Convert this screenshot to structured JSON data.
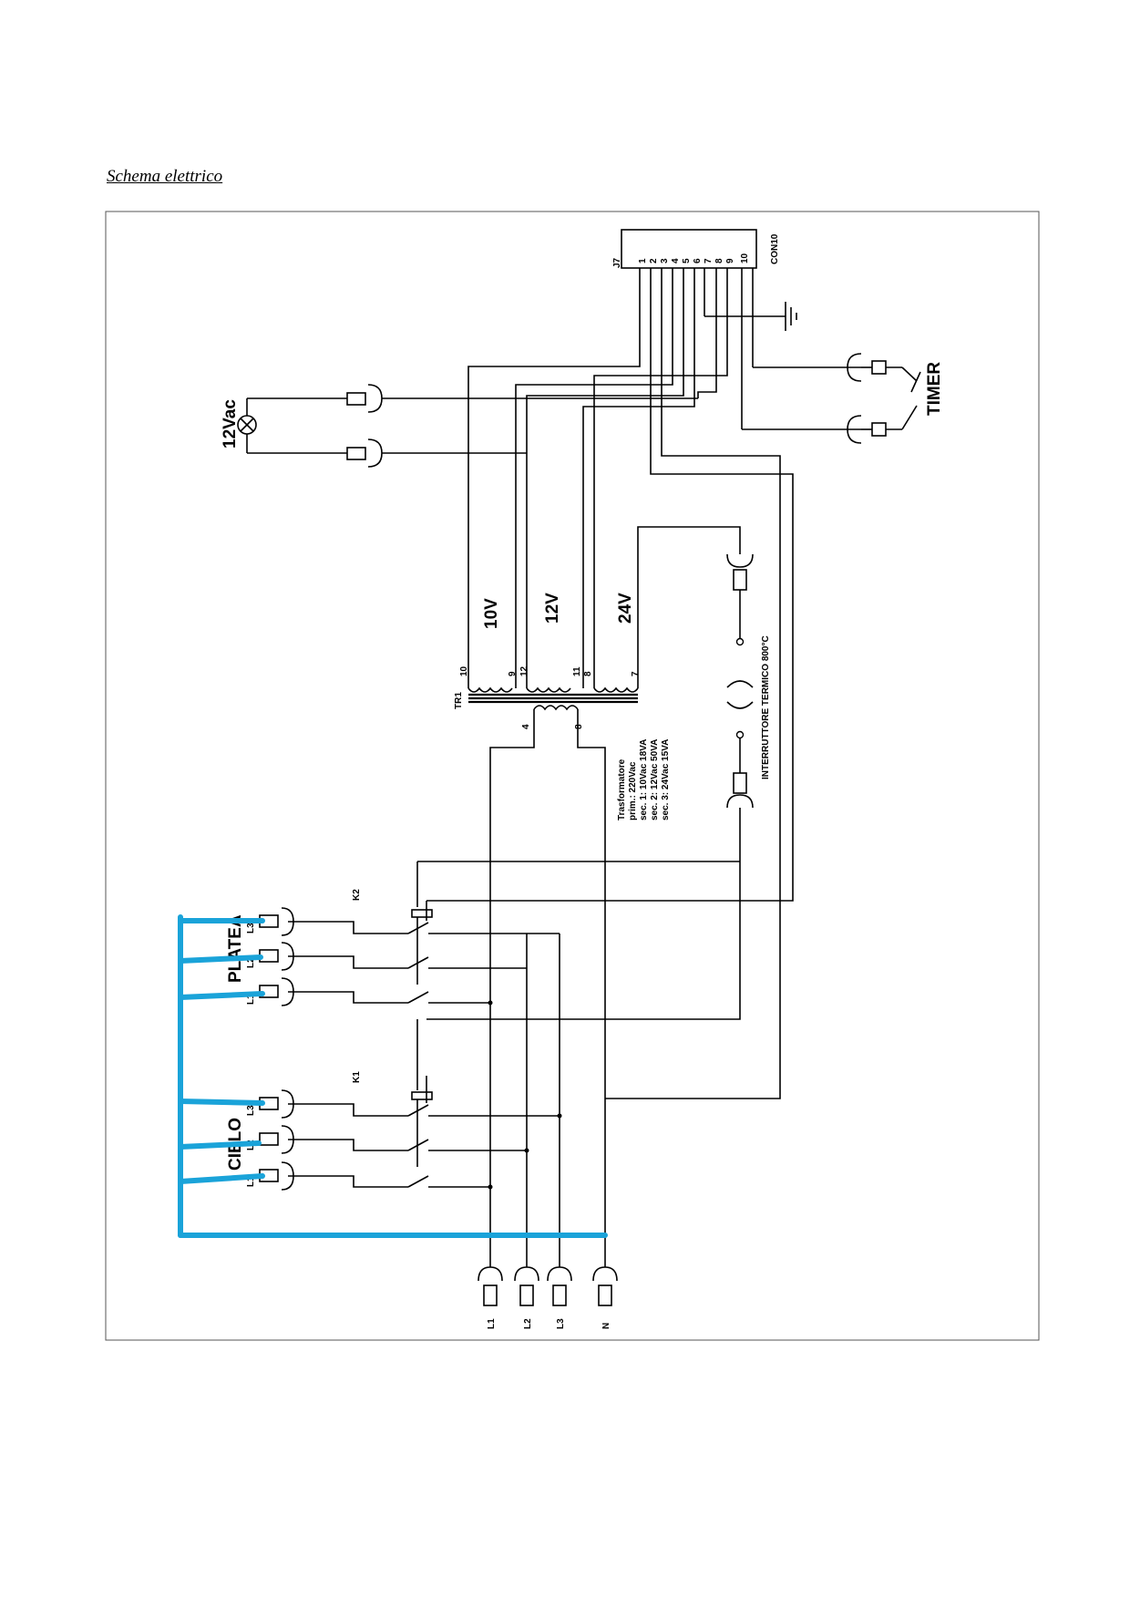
{
  "title": "Schema elettrico",
  "labels": {
    "lamp": "12Vac",
    "timer": "TIMER",
    "connector_left": "J7",
    "connector_right": "CON10",
    "connector_pins": [
      "1",
      "2",
      "3",
      "4",
      "5",
      "6",
      "7",
      "8",
      "9",
      "10"
    ],
    "transformer": "TR1",
    "primary_pin_a": "4",
    "primary_pin_b": "8",
    "sec_10v": "10V",
    "sec_12v": "12V",
    "sec_24v": "24V",
    "pin_10": "10",
    "pin_9": "9",
    "pin_12": "12",
    "pin_11": "11",
    "pin_8": "8",
    "pin_7": "7",
    "transformer_spec": [
      "Trasformatore",
      "prim.: 220Vac",
      "sec. 1: 10Vac 18VA",
      "sec. 2: 12Vac 50VA",
      "sec. 3: 24Vac 15VA"
    ],
    "thermal_switch": "INTERRUTTORE TERMICO 800°C",
    "k2": "K2",
    "k1": "K1",
    "platea": "PLATEA",
    "cielo": "CIELO",
    "load_l3": "L3",
    "load_l2": "L2",
    "load_l1": "L1",
    "mains": [
      "L1",
      "L2",
      "L3",
      "N"
    ]
  }
}
